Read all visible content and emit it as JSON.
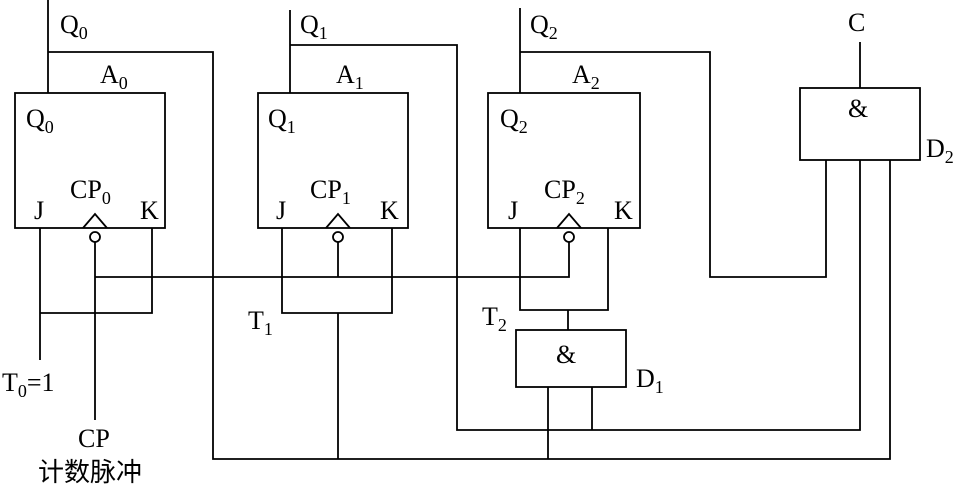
{
  "flipflops": [
    {
      "name": "A",
      "sub": "0",
      "q": "Q",
      "q_sub": "0",
      "j": "J",
      "k": "K",
      "cp": "CP",
      "cp_sub": "0",
      "out": "Q",
      "out_sub": "0",
      "t": "T",
      "t_sub": "0",
      "t_eq": "=1"
    },
    {
      "name": "A",
      "sub": "1",
      "q": "Q",
      "q_sub": "1",
      "j": "J",
      "k": "K",
      "cp": "CP",
      "cp_sub": "1",
      "out": "Q",
      "out_sub": "1",
      "t": "T",
      "t_sub": "1"
    },
    {
      "name": "A",
      "sub": "2",
      "q": "Q",
      "q_sub": "2",
      "j": "J",
      "k": "K",
      "cp": "CP",
      "cp_sub": "2",
      "out": "Q",
      "out_sub": "2",
      "t": "T",
      "t_sub": "2"
    }
  ],
  "gates": [
    {
      "symbol": "&",
      "name": "D",
      "sub": "1"
    },
    {
      "symbol": "&",
      "name": "D",
      "sub": "2",
      "output": "C"
    }
  ],
  "clock": {
    "label": "CP",
    "caption": "计数脉冲"
  }
}
